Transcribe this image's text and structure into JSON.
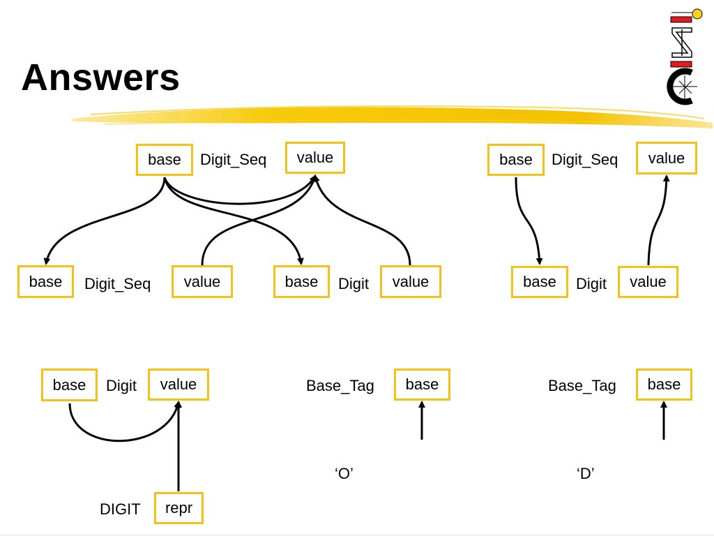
{
  "slide": {
    "title": "Answers"
  },
  "logo": {
    "name": "iAIC-logo",
    "text": "iAIC"
  },
  "colors": {
    "box_border": "#f2c21b",
    "brush": "#f5c400",
    "logo_red": "#e41b1b",
    "logo_yellow": "#f7d417"
  },
  "diagram1": {
    "top": {
      "base": "base",
      "sym": "Digit_Seq",
      "value": "value"
    },
    "child1": {
      "base": "base",
      "sym": "Digit_Seq",
      "value": "value"
    },
    "child2": {
      "base": "base",
      "sym": "Digit",
      "value": "value"
    }
  },
  "diagram2": {
    "top": {
      "base": "base",
      "sym": "Digit_Seq",
      "value": "value"
    },
    "child": {
      "base": "base",
      "sym": "Digit",
      "value": "value"
    }
  },
  "diagram3": {
    "top": {
      "base": "base",
      "sym": "Digit",
      "value": "value"
    },
    "leaf": {
      "sym": "DIGIT",
      "attr": "repr"
    }
  },
  "diagram4": {
    "top": {
      "sym": "Base_Tag",
      "base": "base"
    },
    "token": "‘O’"
  },
  "diagram5": {
    "top": {
      "sym": "Base_Tag",
      "base": "base"
    },
    "token": "‘D’"
  }
}
